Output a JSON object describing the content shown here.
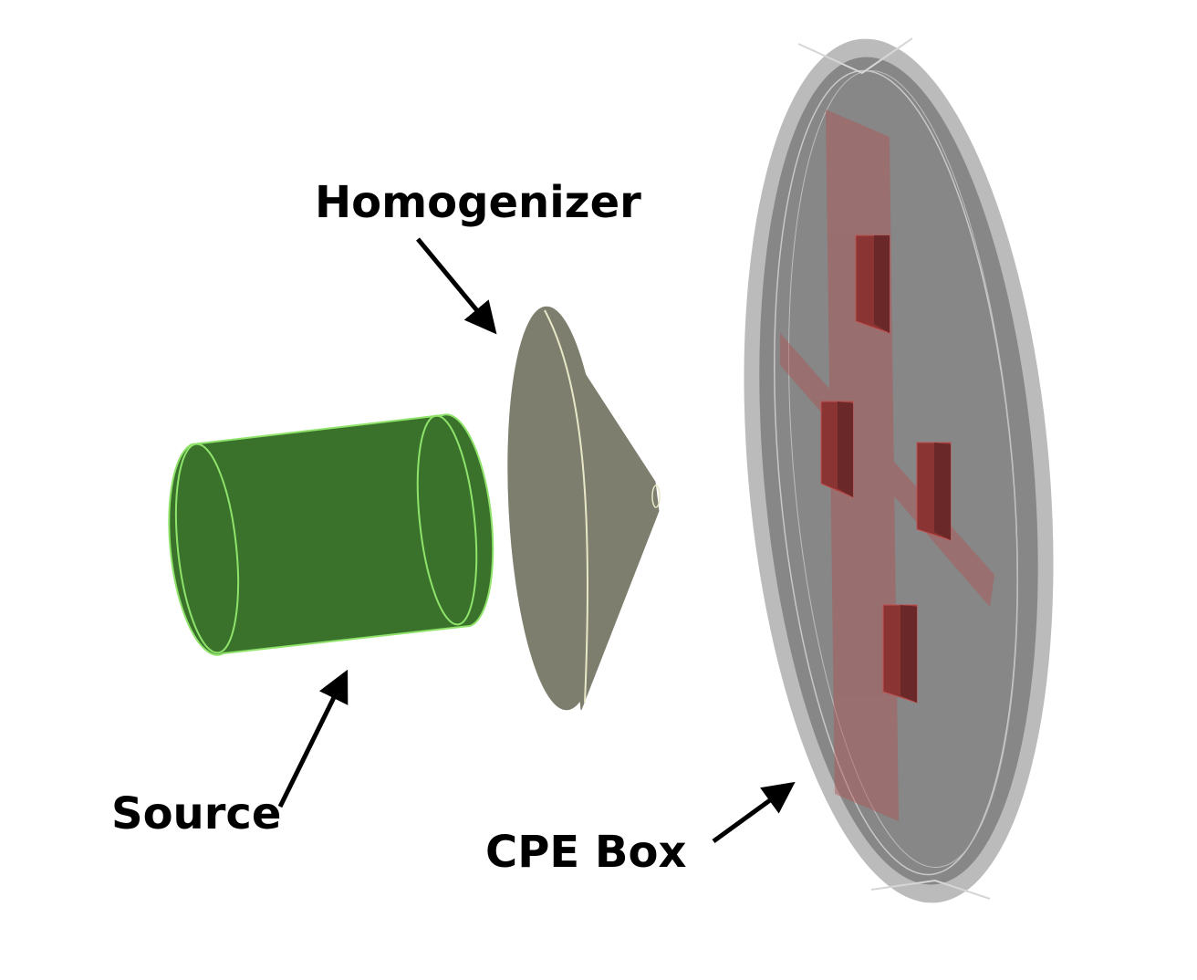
{
  "labels": {
    "homogenizer": "Homogenizer",
    "source": "Source",
    "cpe_box": "CPE Box"
  },
  "colors": {
    "source_fill": "#3a722c",
    "source_edge": "#8fe36a",
    "homogenizer_fill": "#7e7e6e",
    "homogenizer_edge": "#e8e8c8",
    "box_fill": "#878787",
    "box_rim": "#b4b4b4",
    "detector_fill": "#8a3434",
    "arrow": "#000000"
  }
}
